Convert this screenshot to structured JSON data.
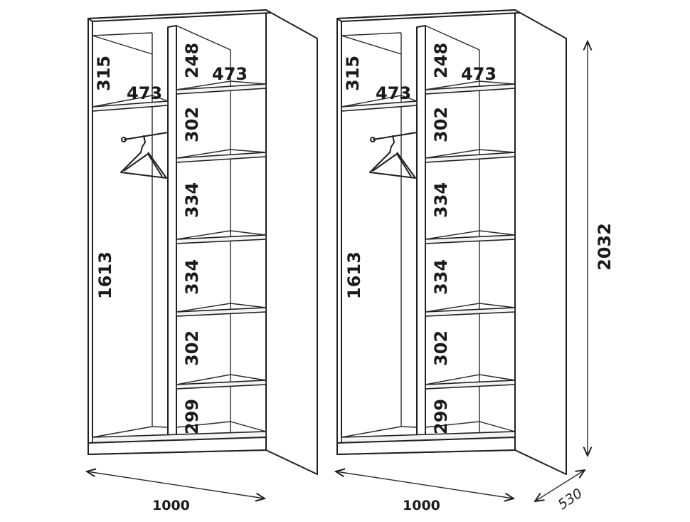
{
  "left_wardrobe": {
    "dims": {
      "top_left_height": "315",
      "top_left_depth": "473",
      "top_right_height": "248",
      "top_right_depth": "473",
      "hanging_height": "1613",
      "shelf_1": "302",
      "shelf_2": "334",
      "shelf_3": "334",
      "shelf_4": "302",
      "shelf_5": "299",
      "width": "1000"
    }
  },
  "right_wardrobe": {
    "dims": {
      "top_left_height": "315",
      "top_left_depth": "473",
      "top_right_height": "248",
      "top_right_depth": "473",
      "hanging_height": "1613",
      "shelf_1": "302",
      "shelf_2": "334",
      "shelf_3": "334",
      "shelf_4": "302",
      "shelf_5": "299",
      "width": "1000",
      "total_height": "2032",
      "depth": "530"
    }
  }
}
